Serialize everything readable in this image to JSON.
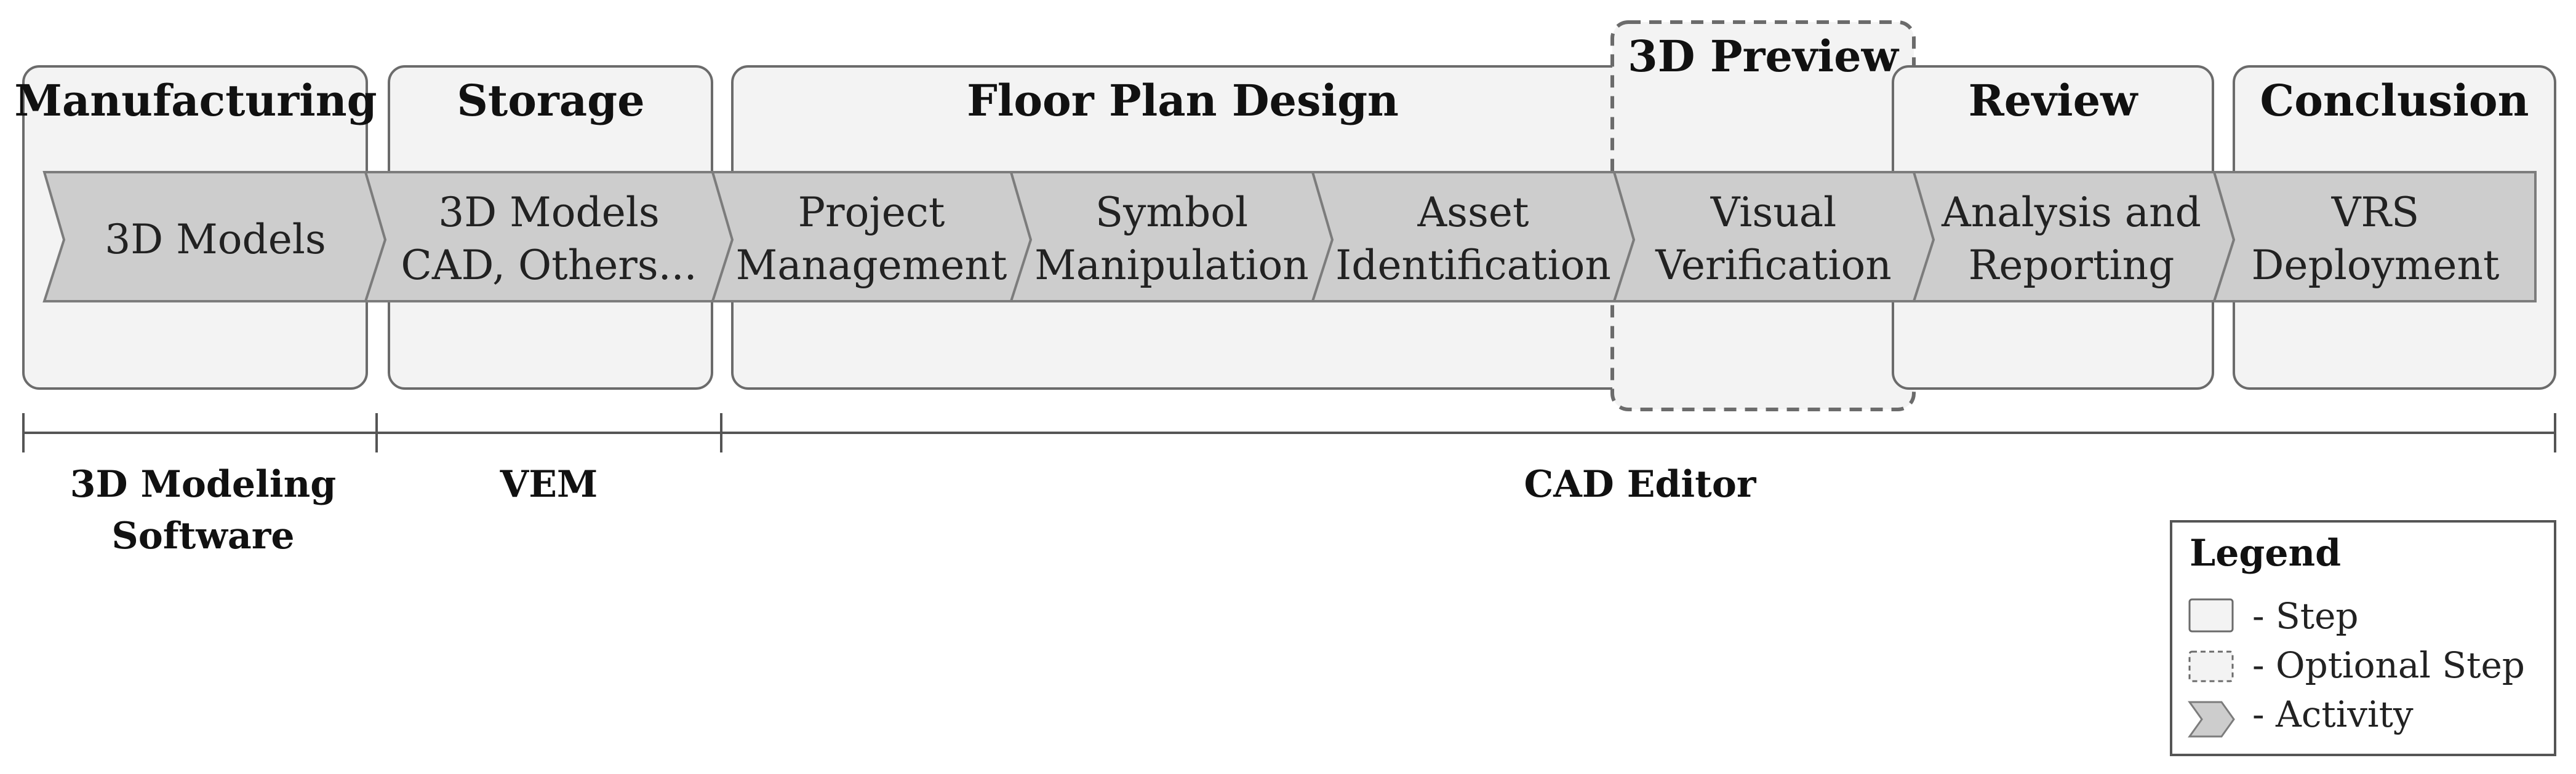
{
  "steps": [
    {
      "id": "manufacturing",
      "title": "Manufacturing",
      "optional": false
    },
    {
      "id": "storage",
      "title": "Storage",
      "optional": false
    },
    {
      "id": "floor-plan-design",
      "title": "Floor Plan Design",
      "optional": false
    },
    {
      "id": "3d-preview",
      "title": "3D Preview",
      "optional": true
    },
    {
      "id": "review",
      "title": "Review",
      "optional": false
    },
    {
      "id": "conclusion",
      "title": "Conclusion",
      "optional": false
    }
  ],
  "activities": [
    {
      "lines": [
        "3D Models"
      ]
    },
    {
      "lines": [
        "3D Models",
        "CAD, Others..."
      ]
    },
    {
      "lines": [
        "Project",
        "Management"
      ]
    },
    {
      "lines": [
        "Symbol",
        "Manipulation"
      ]
    },
    {
      "lines": [
        "Asset",
        "Identification"
      ]
    },
    {
      "lines": [
        "Visual",
        "Verification"
      ]
    },
    {
      "lines": [
        "Analysis and",
        "Reporting"
      ]
    },
    {
      "lines": [
        "VRS",
        "Deployment"
      ]
    }
  ],
  "tools": [
    {
      "lines": [
        "3D Modeling",
        "Software"
      ]
    },
    {
      "lines": [
        "VEM"
      ]
    },
    {
      "lines": [
        "CAD Editor"
      ]
    }
  ],
  "legend": {
    "title": "Legend",
    "step": "- Step",
    "optional_step": "- Optional Step",
    "activity": "- Activity"
  },
  "colors": {
    "step_fill": "#f3f3f3",
    "activity_fill": "#cdcdcd",
    "stroke": "#6b6b6b"
  }
}
